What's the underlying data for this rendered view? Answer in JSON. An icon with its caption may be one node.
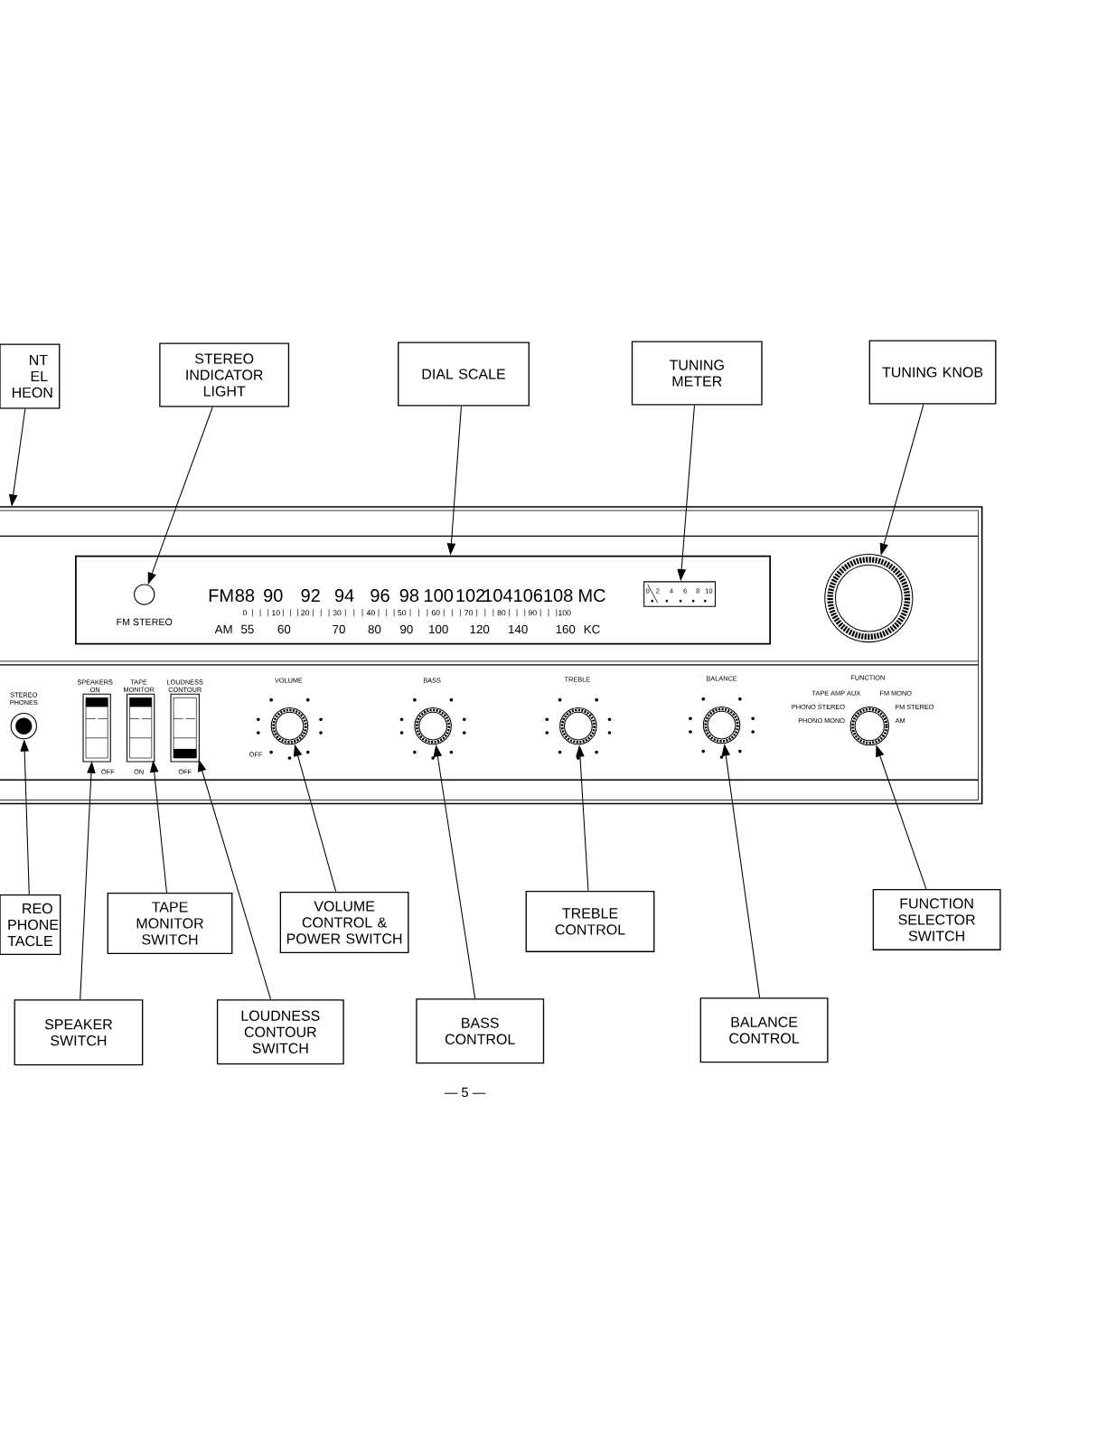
{
  "diagram": {
    "nodes": [
      {
        "text": [
          "NT EL HEON"
        ]
      },
      {
        "text": [
          "STEREO INDICATOR LIGHT"
        ]
      },
      {
        "text": [
          "DIAL SCALE"
        ]
      },
      {
        "text": [
          "TUNING METER"
        ]
      },
      {
        "text": [
          "TUNING KNOB"
        ]
      },
      {
        "text": [
          "REO PHONE TACLE"
        ]
      },
      {
        "text": [
          "TAPE MONITOR SWITCH"
        ]
      },
      {
        "text": [
          "VOLUME CONTROL & POWER SWITCH"
        ]
      },
      {
        "text": [
          "TREBLE CONTROL"
        ]
      },
      {
        "text": [
          "FUNCTION SELECTOR SWITCH"
        ]
      },
      {
        "text": [
          "SPEAKER SWITCH"
        ]
      },
      {
        "text": [
          "LOUDNESS CONTOUR SWITCH"
        ]
      },
      {
        "text": [
          "BASS CONTROL"
        ]
      },
      {
        "text": [
          "BALANCE CONTROL"
        ]
      },
      {
        "text": [],
        "shape": "box"
      },
      {
        "text": [],
        "shape": "box",
        "in": 14
      },
      {
        "text": [],
        "shape": "circle",
        "in": 15,
        "beside": [
          "FM STEREO"
        ]
      },
      {
        "text": [],
        "shape": "box",
        "in": 15
      },
      {
        "text": [],
        "shape": "circle",
        "in": 14
      },
      {
        "text": [],
        "shape": "circle",
        "in": 14,
        "beside": [
          "STEREO PHONES"
        ]
      },
      {
        "text": [],
        "shape": "box",
        "in": 14,
        "beside": [
          "SPEAKERS ON",
          "OFF"
        ]
      },
      {
        "text": [],
        "shape": "box",
        "in": 14,
        "beside": [
          "TAPE MONITOR",
          "ON"
        ]
      },
      {
        "text": [],
        "shape": "box",
        "in": 14,
        "beside": [
          "LOUDNESS CONTOUR",
          "OFF"
        ]
      },
      {
        "text": [],
        "shape": "circle",
        "in": 14,
        "beside": [
          "VOLUME",
          "OFF"
        ]
      },
      {
        "text": [],
        "shape": "circle",
        "in": 14,
        "beside": [
          "BASS"
        ]
      },
      {
        "text": [],
        "shape": "circle",
        "in": 14,
        "beside": [
          "TREBLE"
        ]
      },
      {
        "text": [],
        "shape": "circle",
        "in": 14,
        "beside": [
          "BALANCE"
        ]
      },
      {
        "text": [],
        "shape": "circle",
        "in": 14,
        "beside": [
          "FUNCTION",
          "TAPE AMP AUX",
          "FM MONO",
          "PHONO STEREO",
          "FM STEREO",
          "PHONO MONO",
          "AM"
        ]
      }
    ],
    "edges": [
      {
        "from": 0,
        "to": 14,
        "arrow": "to"
      },
      {
        "from": 1,
        "to": 16,
        "arrow": "to"
      },
      {
        "from": 2,
        "to": 15,
        "arrow": "to"
      },
      {
        "from": 3,
        "to": 17,
        "arrow": "to"
      },
      {
        "from": 4,
        "to": 18,
        "arrow": "to"
      },
      {
        "from": 5,
        "to": 19,
        "arrow": "to"
      },
      {
        "from": 6,
        "to": 21,
        "arrow": "to"
      },
      {
        "from": 7,
        "to": 23,
        "arrow": "to"
      },
      {
        "from": 8,
        "to": 25,
        "arrow": "to"
      },
      {
        "from": 9,
        "to": 27,
        "arrow": "to"
      },
      {
        "from": 10,
        "to": 20,
        "arrow": "to"
      },
      {
        "from": 11,
        "to": 22,
        "arrow": "to"
      },
      {
        "from": 12,
        "to": 24,
        "arrow": "to"
      },
      {
        "from": 13,
        "to": 26,
        "arrow": "to"
      }
    ],
    "labels": [
      "FM",
      "88",
      "90",
      "92",
      "94",
      "96",
      "98",
      "100",
      "102",
      "104",
      "106",
      "108",
      "MC",
      "0",
      "10",
      "20",
      "30",
      "40",
      "50",
      "60",
      "70",
      "80",
      "90",
      "100",
      "AM",
      "55",
      "60",
      "70",
      "80",
      "90",
      "100",
      "120",
      "140",
      "160",
      "KC",
      "0",
      "2",
      "4",
      "6",
      "8",
      "10",
      "— 5 —"
    ]
  }
}
